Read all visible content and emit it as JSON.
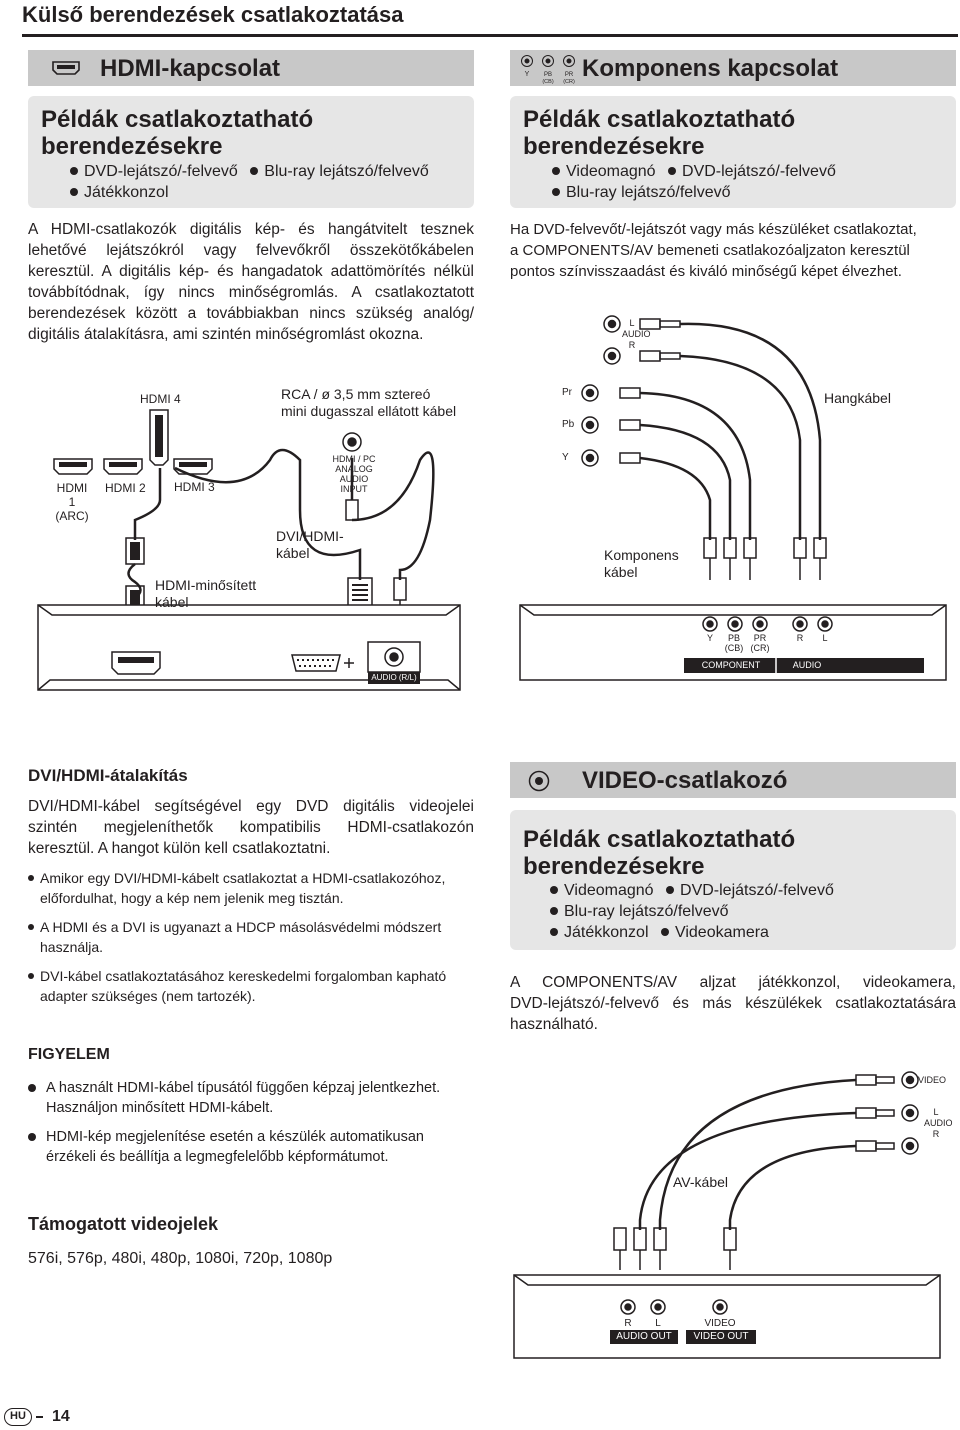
{
  "page": {
    "title": "Külső berendezések csatlakoztatása",
    "number": "14",
    "lang_badge": "HU"
  },
  "hdmi": {
    "heading": "HDMI-kapcsolat",
    "examples_title_1": "Példák csatlakoztatható",
    "examples_title_2": "berendezésekre",
    "examples": [
      "DVD-lejátszó/-felvevő",
      "Blu-ray lejátszó/felvevő",
      "Játékkonzol"
    ],
    "body_lines": [
      "A HDMI-csatlakozók digitális kép- és hangátvitelt tesznek",
      "lehetővé lejátszókról vagy felvevőkről összekötőkábelen",
      "keresztül. A digitális kép- és hangadatok adattömörítés nélkül",
      "továbbítódnak, így nincs minőségromlás. A csatlakoztatott",
      "berendezések között a továbbiakban nincs szükség analóg/",
      "digitális átalakításra, ami szintén minőségromlást okozna."
    ]
  },
  "component": {
    "heading": "Komponens kapcsolat",
    "icon_labels": [
      "Y",
      "PB",
      "PR",
      "(CB)",
      "(CR)"
    ],
    "examples_title_1": "Példák csatlakoztatható",
    "examples_title_2": "berendezésekre",
    "examples": [
      "Videomagnó",
      "DVD-lejátszó/-felvevő",
      "Blu-ray lejátszó/felvevő"
    ],
    "body_lines": [
      "Ha DVD-felvevőt/-lejátszót vagy más készüléket csatlakoztat,",
      "a COMPONENTS/AV bemeneti csatlakozóaljzaton keresztül",
      "pontos színvisszaadást és kiváló minőségű képet élvezhet."
    ]
  },
  "diagram_left": {
    "hdmi4": "HDMI 4",
    "hdmi1": "HDMI 1",
    "arc": "(ARC)",
    "hdmi2": "HDMI 2",
    "hdmi3": "HDMI 3",
    "rca_label_1": "RCA / ø 3,5 mm sztereó",
    "rca_label_2": "mini dugasszal ellátott kábel",
    "pc_audio": [
      "HDMI / PC",
      "ANALOG",
      "AUDIO",
      "INPUT"
    ],
    "dvi_cable_1": "DVI/HDMI-",
    "dvi_cable_2": "kábel",
    "hdmi_cable_1": "HDMI-minősített",
    "hdmi_cable_2": "kábel",
    "audio_rl": "AUDIO (R/L)"
  },
  "diagram_right": {
    "audio_lr": [
      "L",
      "AUDIO",
      "R"
    ],
    "pr": "Pr",
    "pb": "Pb",
    "y": "Y",
    "audio_cable": "Hangkábel",
    "comp_cable_1": "Komponens",
    "comp_cable_2": "kábel",
    "dev_y": "Y",
    "dev_pb": "PB",
    "dev_pb_sub": "(CB)",
    "dev_pr": "PR",
    "dev_pr_sub": "(CR)",
    "dev_r": "R",
    "dev_l": "L",
    "component_label": "COMPONENT",
    "audio_label": "AUDIO"
  },
  "dvi": {
    "heading": "DVI/HDMI-átalakítás",
    "body_lines": [
      "DVI/HDMI-kábel segítségével egy DVD digitális videojelei",
      "szintén megjeleníthetők kompatibilis HDMI-csatlakozón",
      "keresztül. A hangot külön kell csatlakoztatni."
    ],
    "bullets": [
      [
        "Amikor egy DVI/HDMI-kábelt csatlakoztat a HDMI-csatlakozóhoz,",
        "előfordulhat, hogy a kép nem jelenik meg tisztán."
      ],
      [
        "A HDMI és a DVI is ugyanazt a HDCP másolásvédelmi módszert",
        "használja."
      ],
      [
        "DVI-kábel csatlakoztatásához kereskedelmi forgalomban kapható",
        "adapter szükséges (nem tartozék)."
      ]
    ]
  },
  "caution": {
    "heading": "FIGYELEM",
    "bullets": [
      [
        "A használt HDMI-kábel típusától függően képzaj jelentkezhet.",
        "Használjon minősített HDMI-kábelt."
      ],
      [
        "HDMI-kép megjelenítése esetén a készülék automatikusan",
        "érzékeli és beállítja a legmegfelelőbb képformátumot."
      ]
    ]
  },
  "supported": {
    "heading": "Támogatott videojelek",
    "formats": "576i, 576p, 480i, 480p, 1080i, 720p, 1080p"
  },
  "video": {
    "heading": "VIDEO-csatlakozó",
    "examples_title_1": "Példák csatlakoztatható",
    "examples_title_2": "berendezésekre",
    "examples_row1": [
      "Videomagnó",
      "DVD-lejátszó/-felvevő"
    ],
    "examples_row2": [
      "Blu-ray lejátszó/felvevő"
    ],
    "examples_row3": [
      "Játékkonzol",
      "Videokamera"
    ],
    "body_lines": [
      "A COMPONENTS/AV aljzat játékkonzol, videokamera,",
      "DVD-lejátszó/-felvevő és más készülékek csatlakoztatására",
      "használható."
    ],
    "tv_video": "VIDEO",
    "tv_audio": [
      "L",
      "AUDIO",
      "R"
    ],
    "av_cable": "AV-kábel",
    "dev_r": "R",
    "dev_l": "L",
    "dev_video": "VIDEO",
    "audio_out": "AUDIO OUT",
    "video_out": "VIDEO OUT"
  }
}
